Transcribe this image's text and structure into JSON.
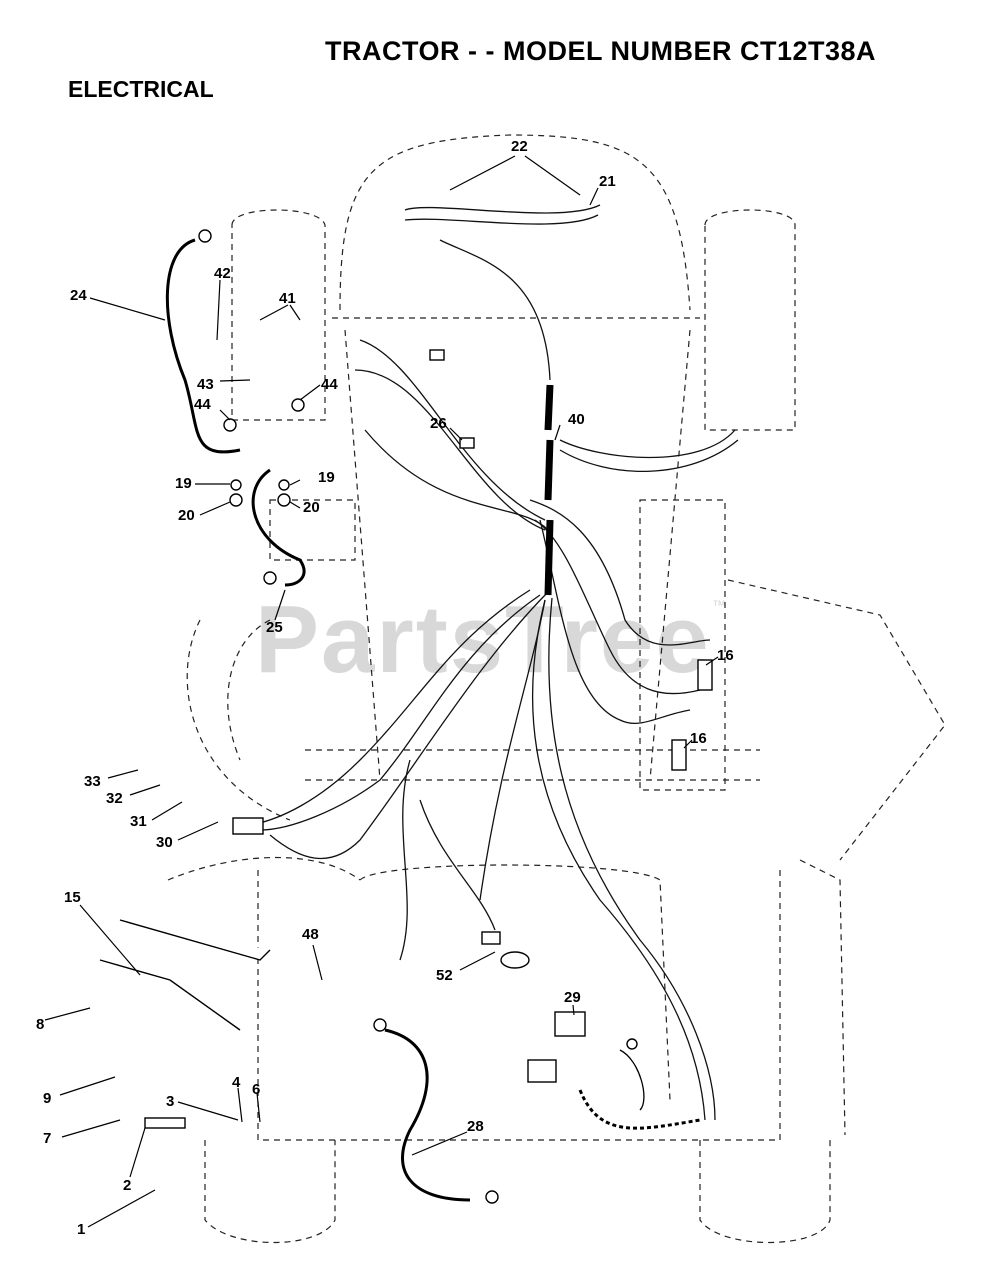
{
  "header": {
    "title": "TRACTOR - - MODEL NUMBER CT12T38A"
  },
  "section": {
    "title": "ELECTRICAL"
  },
  "watermark": {
    "text": "PartsTree",
    "tm": "™"
  },
  "callouts": [
    "22",
    "21",
    "42",
    "41",
    "24",
    "43",
    "44",
    "44",
    "26",
    "40",
    "19",
    "19",
    "20",
    "20",
    "25",
    "16",
    "16",
    "33",
    "32",
    "31",
    "30",
    "15",
    "48",
    "52",
    "8",
    "29",
    "9",
    "4",
    "6",
    "3",
    "7",
    "28",
    "2",
    "1"
  ]
}
